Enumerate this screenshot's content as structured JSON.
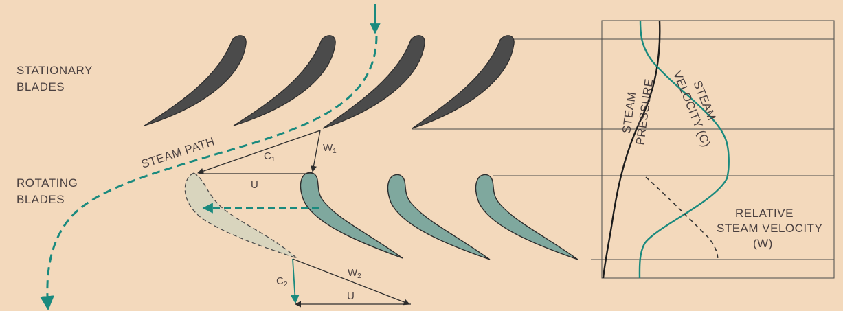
{
  "labels": {
    "stationary_line1": "STATIONARY",
    "stationary_line2": "BLADES",
    "rotating_line1": "ROTATING",
    "rotating_line2": "BLADES",
    "steam_path": "STEAM PATH",
    "steam_pressure_line1": "STEAM",
    "steam_pressure_line2": "PRESSURE",
    "steam_velocity_line1": "STEAM",
    "steam_velocity_line2": "VELOCITY (C)",
    "relative_line1": "RELATIVE",
    "relative_line2": "STEAM VELOCITY",
    "relative_line3": "(W)"
  },
  "vectors": {
    "c1_main": "C",
    "c1_sub": "1",
    "w1_main": "W",
    "w1_sub": "1",
    "u_top": "U",
    "c2_main": "C",
    "c2_sub": "2",
    "w2_main": "W",
    "w2_sub": "2",
    "u_bottom": "U"
  },
  "colors": {
    "background": "#f3d9bc",
    "stationary_blade": "#4b4b4b",
    "rotating_blade": "#7fa89e",
    "steam_teal": "#1a8a7e",
    "ink": "#2d2d2d"
  }
}
